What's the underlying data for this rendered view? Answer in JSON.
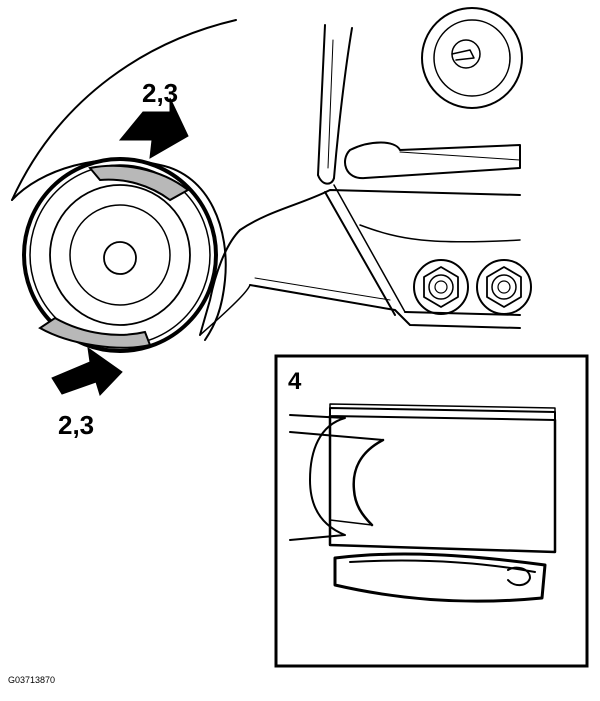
{
  "callouts": {
    "top": "2,3",
    "bottom": "2,3"
  },
  "detail": {
    "number": "4"
  },
  "figure_code": "G03713870",
  "colors": {
    "line": "#000000",
    "pad": "#b8b8b8",
    "background": "#ffffff"
  }
}
